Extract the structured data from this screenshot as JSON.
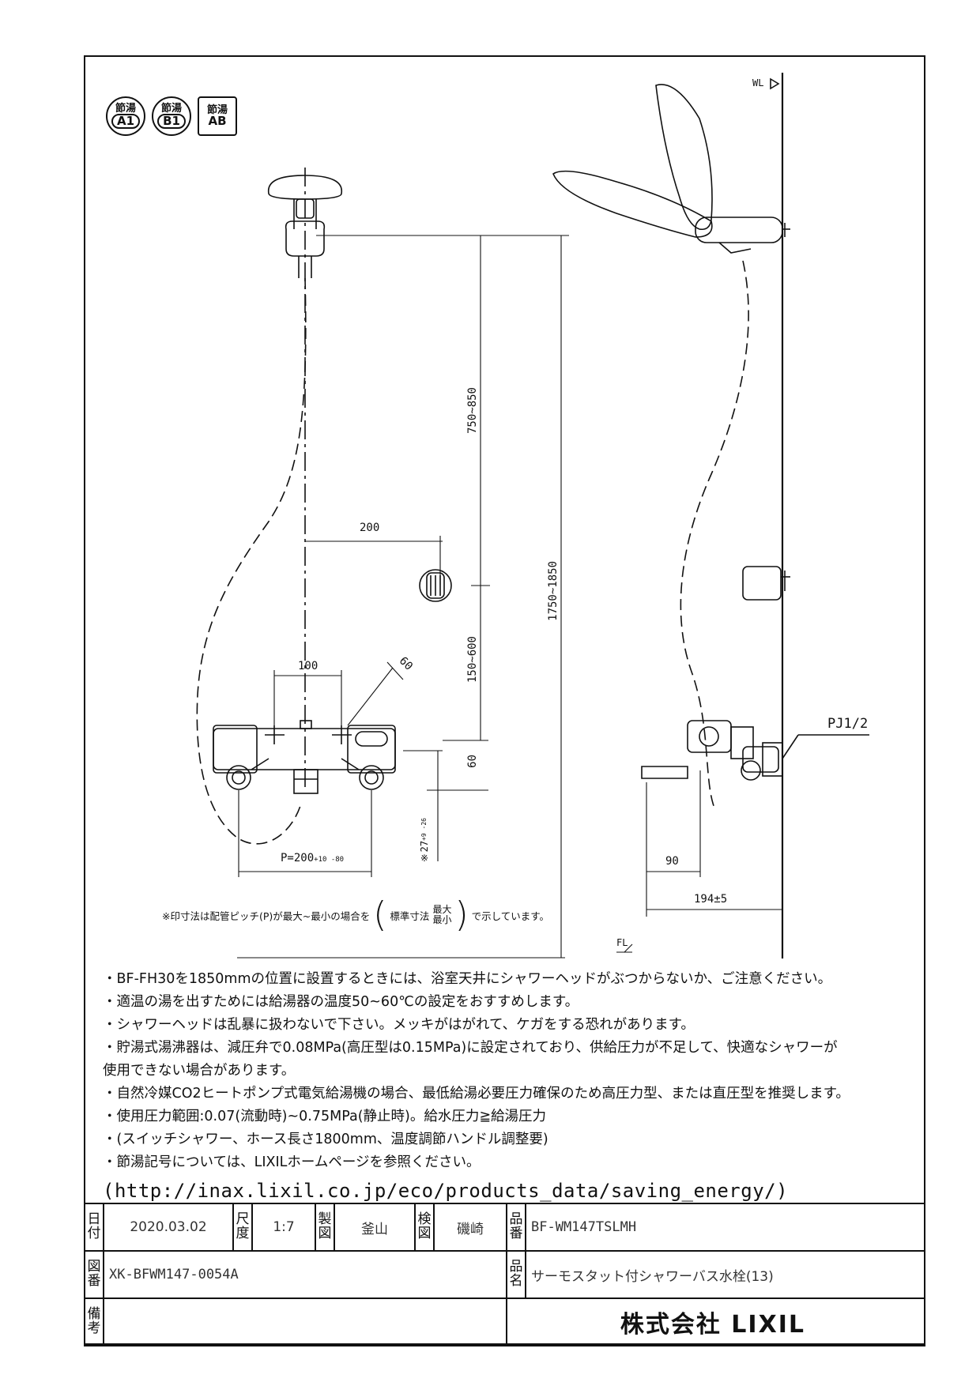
{
  "badges": [
    {
      "top": "節湯",
      "bottom": "A1"
    },
    {
      "top": "節湯",
      "bottom": "B1"
    },
    {
      "top": "節湯",
      "bottom": "AB"
    }
  ],
  "dimensions": {
    "d750_850": "750~850",
    "d1750_1850": "1750~1850",
    "d200": "200",
    "d150_600": "150~600",
    "d100": "100",
    "d60_angle": "60",
    "d60": "60",
    "d27": "※27",
    "d27_tol": "+9 -26",
    "pitch": "P=200",
    "pitch_tol": "+10 -80",
    "d90": "90",
    "d194": "194±5",
    "wl": "WL",
    "fl": "FL",
    "pj": "PJ1/2"
  },
  "small_note": {
    "before": "※印寸法は配管ピッチ(P)が最大~最小の場合を",
    "std": "標準寸法",
    "max": "最大",
    "min": "最小",
    "after": "で示しています。"
  },
  "notes": [
    "・BF-FH30を1850mmの位置に設置するときには、浴室天井にシャワーヘッドがぶつからないか、ご注意ください。",
    "・適温の湯を出すためには給湯器の温度50~60℃の設定をおすすめします。",
    "・シャワーヘッドは乱暴に扱わないで下さい。メッキがはがれて、ケガをする恐れがあります。",
    "・貯湯式湯沸器は、減圧弁で0.08MPa(高圧型は0.15MPa)に設定されており、供給圧力が不足して、快適なシャワーが",
    "使用できない場合があります。",
    "・自然冷媒CO2ヒートポンプ式電気給湯機の場合、最低給湯必要圧力確保のため高圧力型、または直圧型を推奨します。",
    "・使用圧力範囲:0.07(流動時)~0.75MPa(静止時)。給水圧力≧給湯圧力",
    "・(スイッチシャワー、ホース長さ1800mm、温度調節ハンドル調整要)",
    "・節湯記号については、LIXILホームページを参照ください。"
  ],
  "url": "(http://inax.lixil.co.jp/eco/products_data/saving_energy/)",
  "title_block": {
    "date_label": "日付",
    "date": "2020.03.02",
    "scale_label": "尺度",
    "scale": "1:7",
    "drawn_label": "製図",
    "drawn": "釜山",
    "checked_label": "検図",
    "checked": "磯崎",
    "part_no_label": "品番",
    "part_no": "BF-WM147TSLMH",
    "drawing_no_label": "図番",
    "drawing_no": "XK-BFWM147-0054A",
    "product_label": "品名",
    "product": "サーモスタット付シャワーバス水栓(13)",
    "remarks_label": "備考",
    "company": "株式会社 LIXIL"
  }
}
